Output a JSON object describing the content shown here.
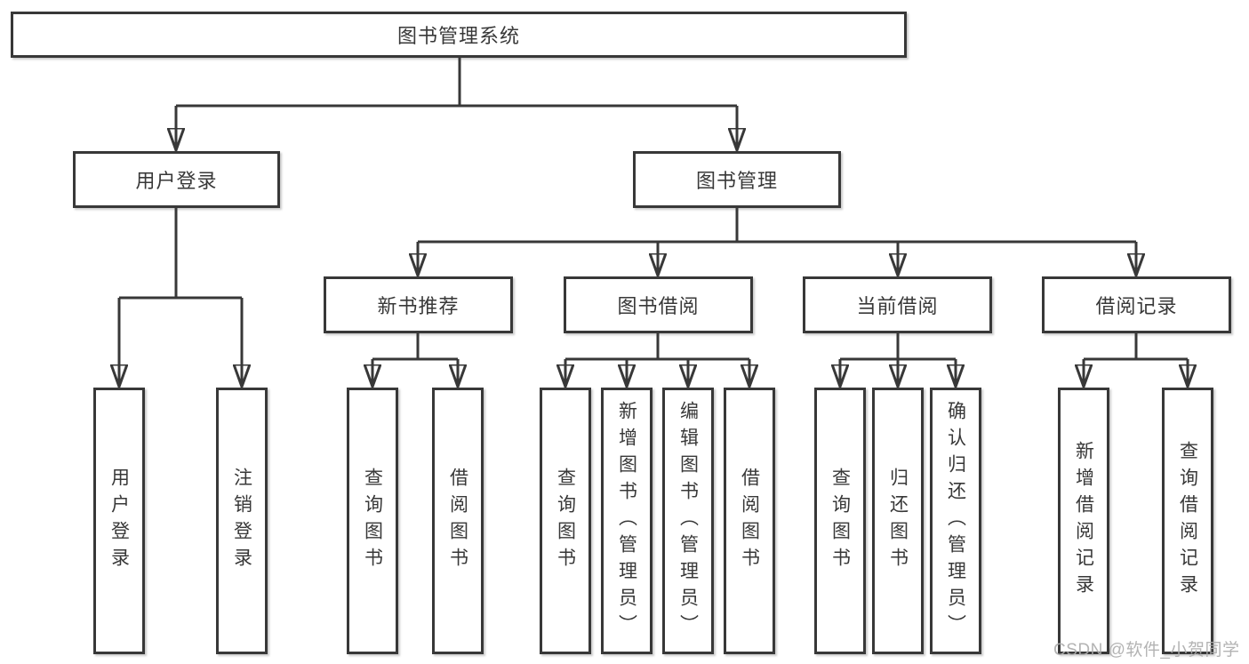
{
  "tree": {
    "label": "图书管理系统",
    "children": [
      {
        "label": "用户登录",
        "children": [
          {
            "label": "用户登录"
          },
          {
            "label": "注销登录"
          }
        ]
      },
      {
        "label": "图书管理",
        "children": [
          {
            "label": "新书推荐",
            "children": [
              {
                "label": "查询图书"
              },
              {
                "label": "借阅图书"
              }
            ]
          },
          {
            "label": "图书借阅",
            "children": [
              {
                "label": "查询图书"
              },
              {
                "label": "新增图书（管理员）"
              },
              {
                "label": "编辑图书（管理员）"
              },
              {
                "label": "借阅图书"
              }
            ]
          },
          {
            "label": "当前借阅",
            "children": [
              {
                "label": "查询图书"
              },
              {
                "label": "归还图书"
              },
              {
                "label": "确认归还（管理员）"
              }
            ]
          },
          {
            "label": "借阅记录",
            "children": [
              {
                "label": "新增借阅记录"
              },
              {
                "label": "查询借阅记录"
              }
            ]
          }
        ]
      }
    ]
  },
  "watermark": {
    "text": "CSDN @软件_小贺同学"
  },
  "colors": {
    "line": "#383838",
    "box_border": "#383838",
    "text": "#383838",
    "watermark": "#ADADAD",
    "background": "#FFFFFF"
  }
}
